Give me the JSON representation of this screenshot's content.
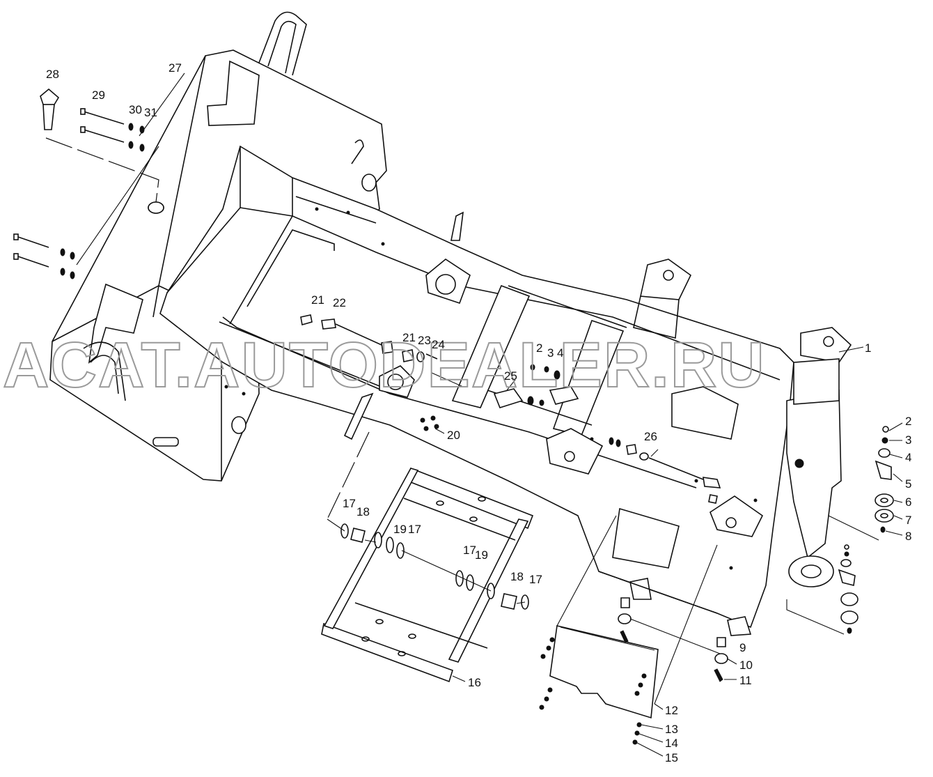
{
  "watermark": "ACAT.AUTODEALER.RU",
  "callouts": [
    "1",
    "2",
    "3",
    "4",
    "5",
    "6",
    "7",
    "8",
    "9",
    "10",
    "11",
    "12",
    "13",
    "14",
    "15",
    "16",
    "17",
    "18",
    "19",
    "20",
    "21",
    "22",
    "23",
    "24",
    "25",
    "26",
    "27",
    "28",
    "29",
    "30",
    "31"
  ],
  "callout_instances": [
    {
      "id": "1"
    },
    {
      "id": "2"
    },
    {
      "id": "3"
    },
    {
      "id": "4"
    },
    {
      "id": "5"
    },
    {
      "id": "6"
    },
    {
      "id": "7"
    },
    {
      "id": "8"
    },
    {
      "id": "9"
    },
    {
      "id": "10"
    },
    {
      "id": "11"
    },
    {
      "id": "12"
    },
    {
      "id": "13"
    },
    {
      "id": "14"
    },
    {
      "id": "15"
    },
    {
      "id": "16"
    },
    {
      "id": "17"
    },
    {
      "id": "18"
    },
    {
      "id": "19"
    },
    {
      "id": "17"
    },
    {
      "id": "17"
    },
    {
      "id": "19"
    },
    {
      "id": "18"
    },
    {
      "id": "17"
    },
    {
      "id": "20"
    },
    {
      "id": "21"
    },
    {
      "id": "22"
    },
    {
      "id": "21"
    },
    {
      "id": "23"
    },
    {
      "id": "24"
    },
    {
      "id": "2"
    },
    {
      "id": "3"
    },
    {
      "id": "4"
    },
    {
      "id": "25"
    },
    {
      "id": "26"
    },
    {
      "id": "27"
    },
    {
      "id": "28"
    },
    {
      "id": "29"
    },
    {
      "id": "30"
    },
    {
      "id": "31"
    }
  ],
  "colors": {
    "line": "#111111",
    "watermark": "#9a9a9a",
    "background": "#ffffff"
  }
}
